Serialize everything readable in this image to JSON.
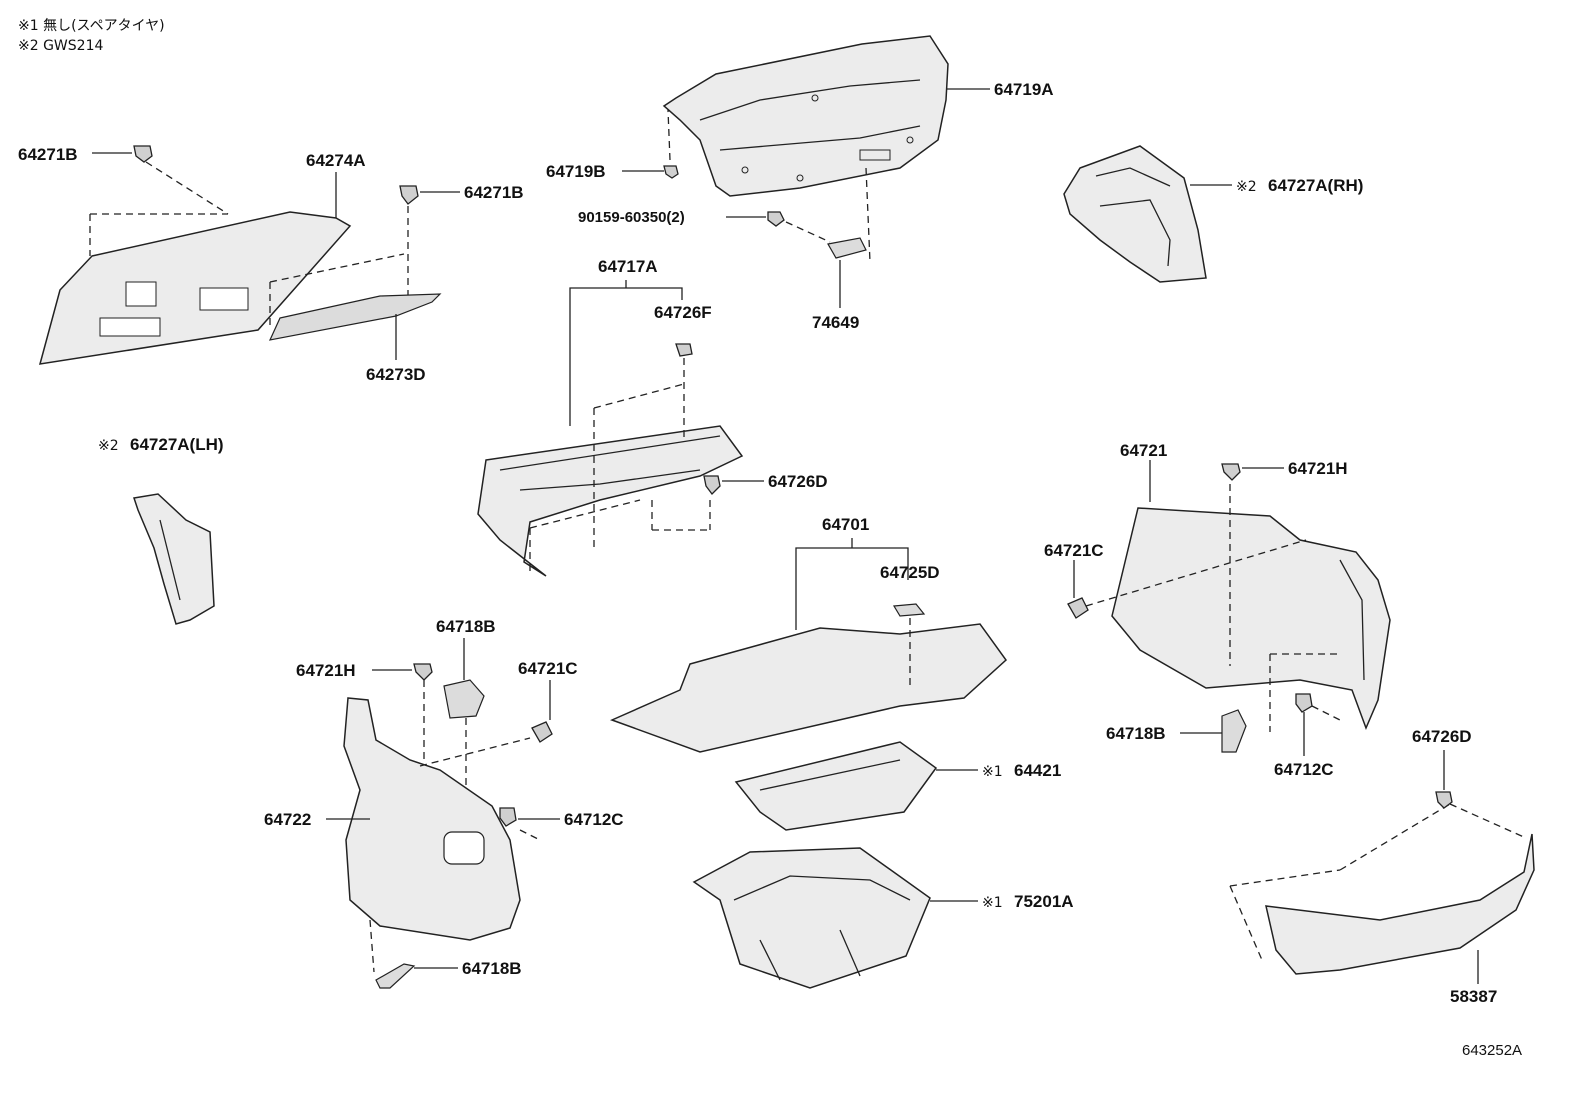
{
  "notes": {
    "note1": "※1 無し(スペアタイヤ)",
    "note2": "※2 GWS214"
  },
  "figure_number": "643252A",
  "labels": {
    "p64719A": "64719A",
    "p64719B": "64719B",
    "p90159": "90159-60350(2)",
    "p74649": "74649",
    "p64271B_a": "64271B",
    "p64274A": "64274A",
    "p64271B_b": "64271B",
    "p64273D": "64273D",
    "p64717A": "64717A",
    "p64726F": "64726F",
    "p64726D_a": "64726D",
    "p64727A_RH_mark": "※2",
    "p64727A_RH": "64727A(RH)",
    "p64727A_LH_mark": "※2",
    "p64727A_LH": "64727A(LH)",
    "p64721": "64721",
    "p64721H_a": "64721H",
    "p64721C_a": "64721C",
    "p64718B_a": "64718B",
    "p64712C_a": "64712C",
    "p64726D_b": "64726D",
    "p58387": "58387",
    "p64701": "64701",
    "p64725D": "64725D",
    "p64421_mark": "※1",
    "p64421": "64421",
    "p75201A_mark": "※1",
    "p75201A": "75201A",
    "p64718B_b": "64718B",
    "p64721H_b": "64721H",
    "p64721C_b": "64721C",
    "p64722": "64722",
    "p64712C_b": "64712C",
    "p64718B_c": "64718B"
  }
}
